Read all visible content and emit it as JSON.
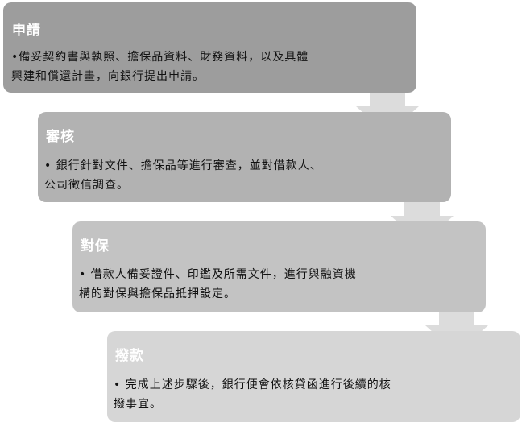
{
  "steps": [
    {
      "title": "申請",
      "lines": [
        "•備妥契約書與執照、擔保品資料、財務資料，以及具體",
        " 興建和償還計畫，向銀行提出申請。"
      ]
    },
    {
      "title": "審核",
      "lines": [
        "• 銀行針對文件、擔保品等進行審查，並對借款人、",
        "   公司徵信調查。"
      ]
    },
    {
      "title": "對保",
      "lines": [
        "• 借款人備妥證件、印鑑及所需文件，進行與融資機",
        "   構的對保與擔保品抵押設定。"
      ]
    },
    {
      "title": "撥款",
      "lines": [
        "• 完成上述步驟後，銀行便會依核貸函進行後續的核",
        "   撥事宜。"
      ]
    }
  ],
  "colors": {
    "arrow": "#dcdcdc",
    "box_1": "#9d9d9d",
    "box_2": "#b2b2b2",
    "box_3": "#c3c3c3",
    "box_4": "#d6d6d6"
  }
}
